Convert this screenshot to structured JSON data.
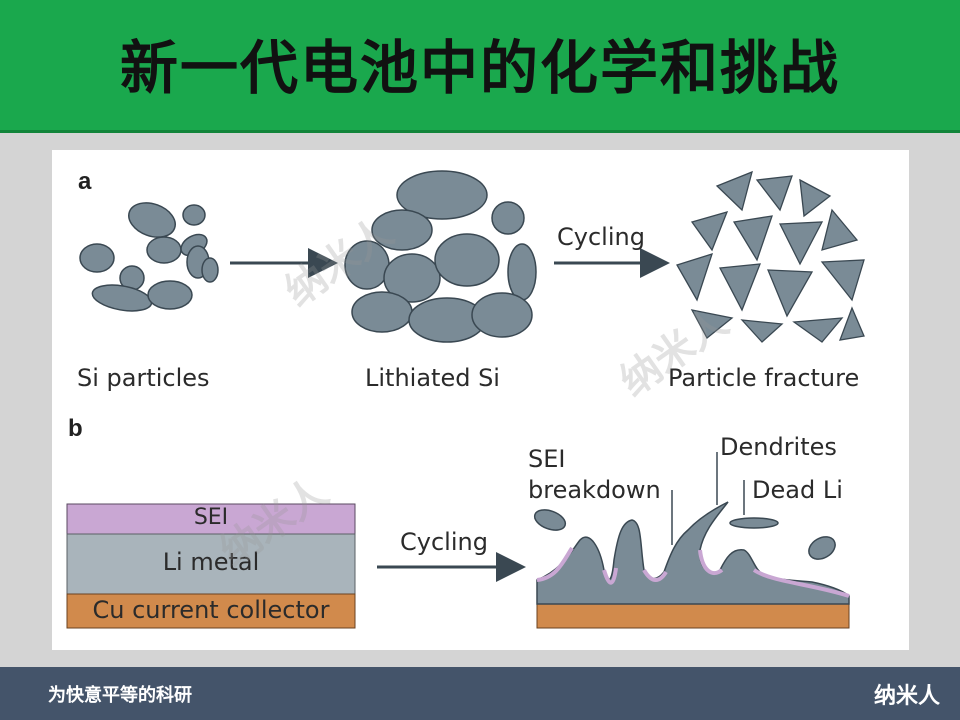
{
  "slide": {
    "title": "新一代电池中的化学和挑战"
  },
  "figure": {
    "panel_a": {
      "label": "a",
      "captions": {
        "si_particles": "Si particles",
        "lithiated_si": "Lithiated Si",
        "particle_fracture": "Particle fracture"
      },
      "arrow_label": "Cycling"
    },
    "panel_b": {
      "label": "b",
      "layers": {
        "sei": "SEI",
        "li_metal": "Li metal",
        "cu_collector": "Cu current collector"
      },
      "arrow_label": "Cycling",
      "annotations": {
        "sei_breakdown_line1": "SEI",
        "sei_breakdown_line2": "breakdown",
        "dendrites": "Dendrites",
        "dead_li": "Dead Li"
      }
    },
    "watermark_text": "纳米人"
  },
  "footer": {
    "left_text": "为快意平等的科研",
    "right_text": "纳米人"
  },
  "colors": {
    "title_bar": "#1aa84d",
    "footer": "#44546a",
    "particle_fill": "#7a8b96",
    "particle_stroke": "#3a4852",
    "sei_layer": "#c9a7d3",
    "li_metal_layer": "#a9b4bb",
    "cu_layer": "#d18a4c"
  }
}
